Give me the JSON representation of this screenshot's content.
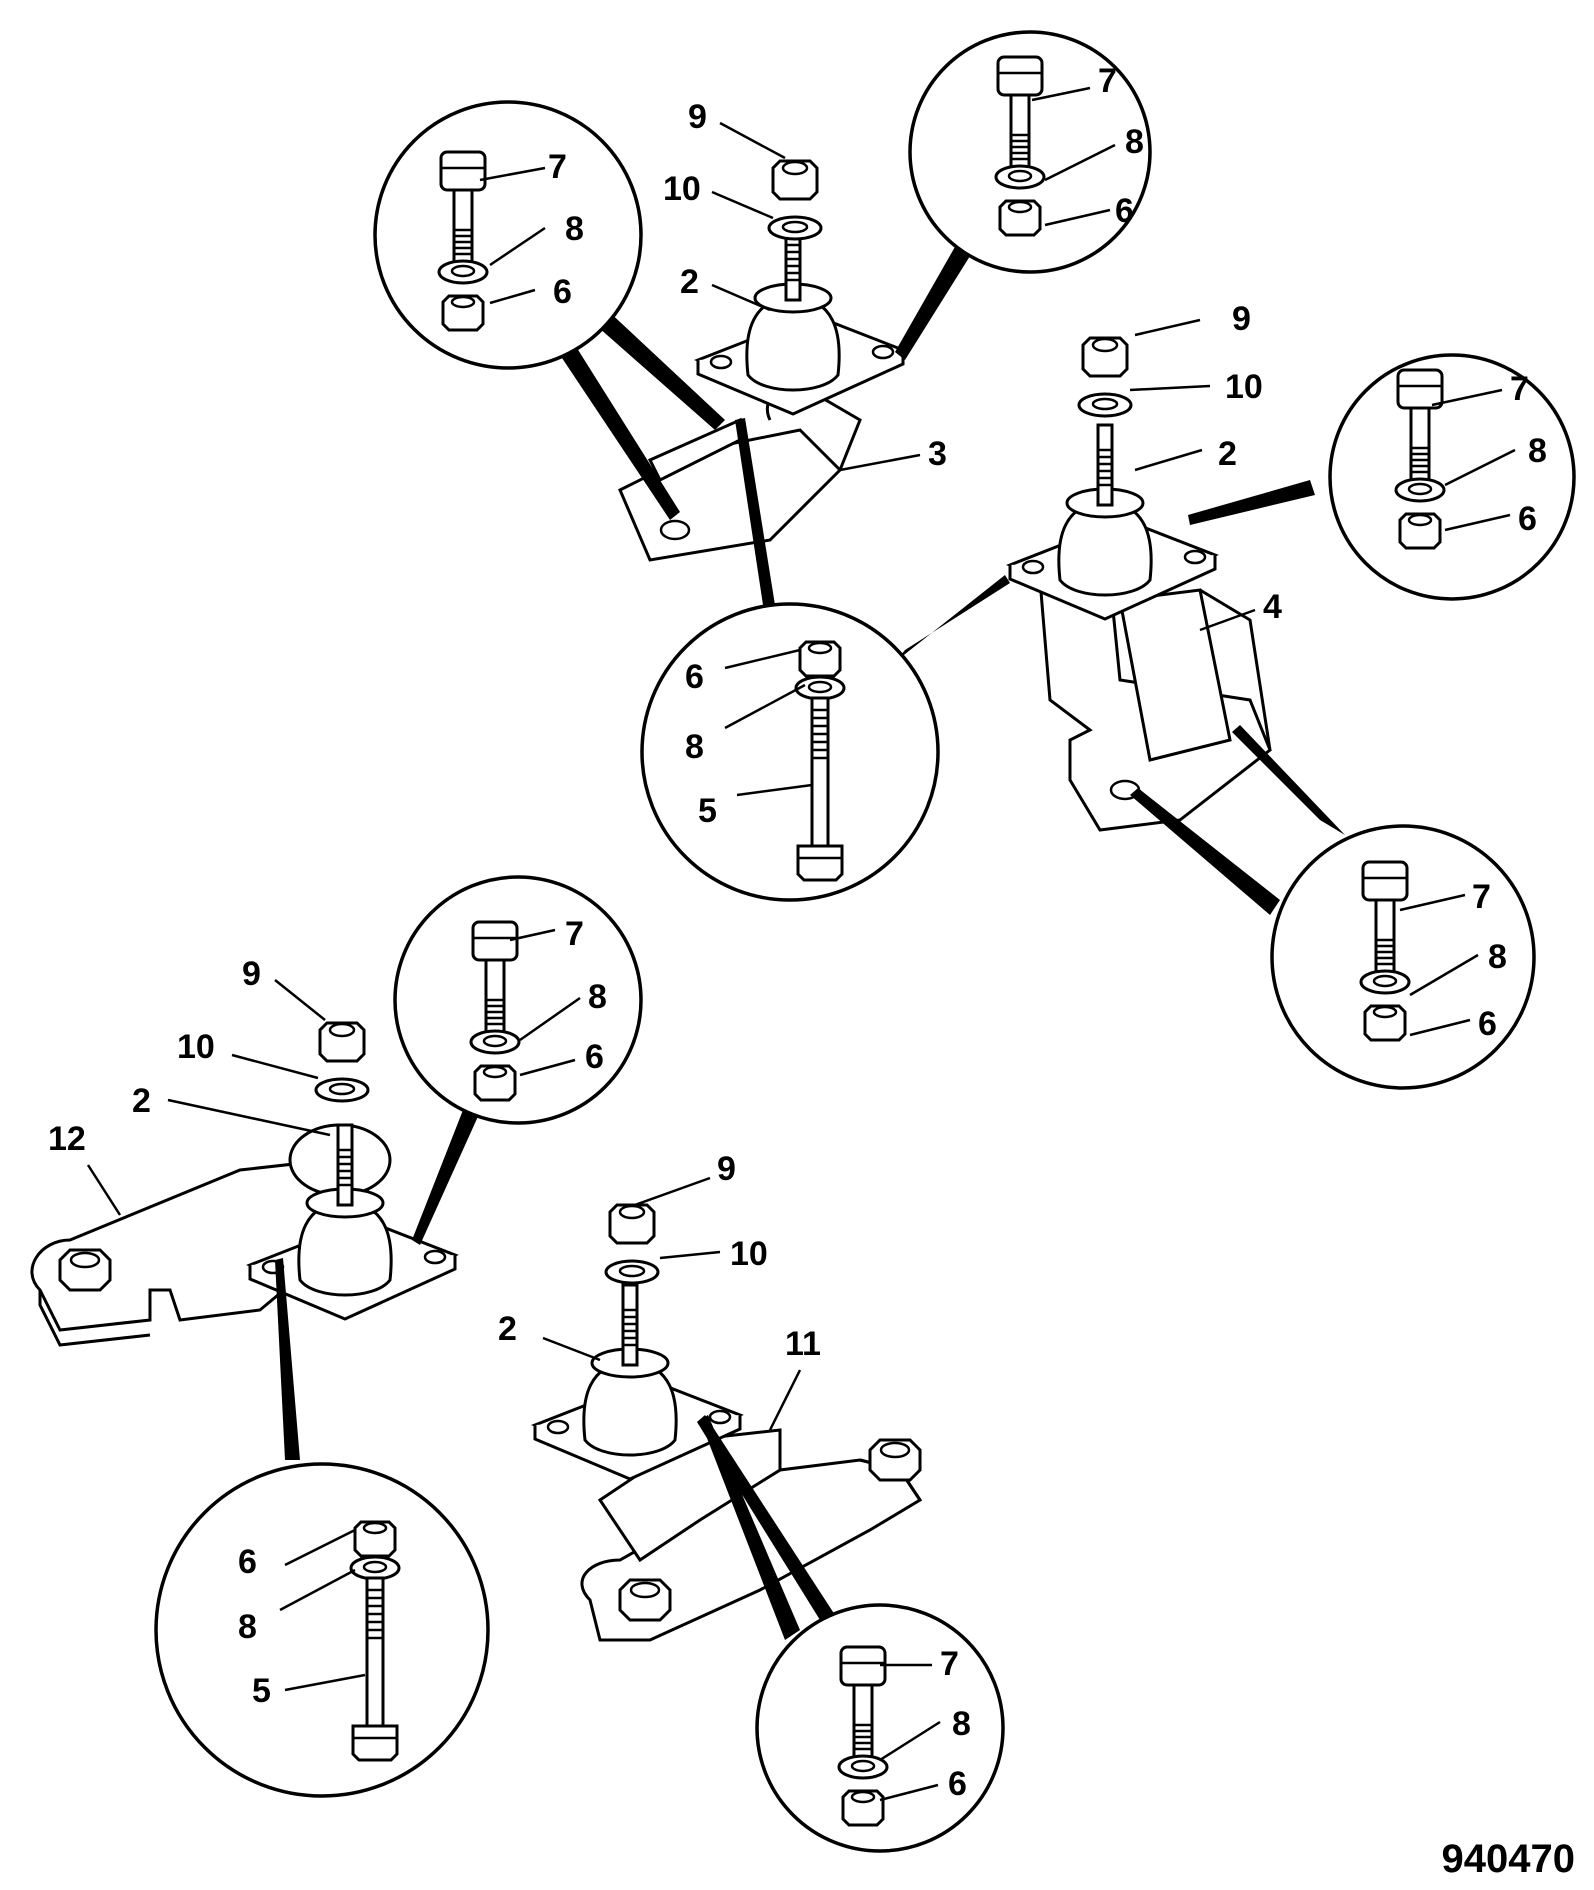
{
  "figure_number": "940470",
  "part_labels": {
    "bolt": "7",
    "washer": "8",
    "nut": "6",
    "locknut": "9",
    "flat_washer": "10",
    "mount": "2",
    "bracket_a": "3",
    "bracket_b": "4",
    "long_bolt": "5",
    "bracket_c": "11",
    "bracket_d": "12"
  }
}
